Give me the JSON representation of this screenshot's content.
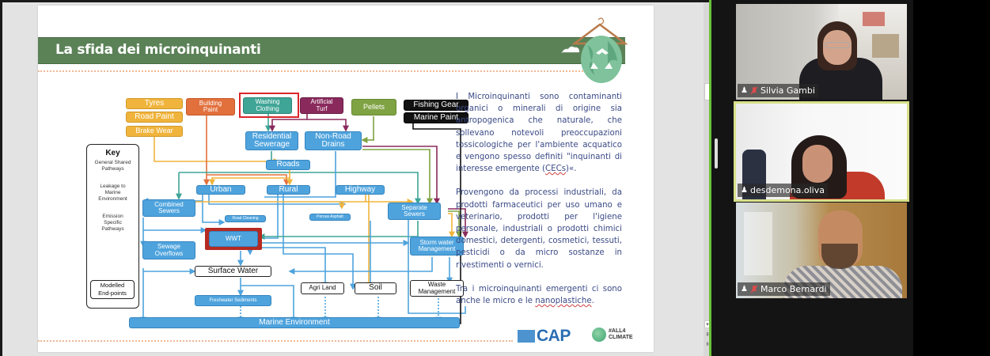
{
  "slide": {
    "title": "La sfida dei microinquinanti",
    "paragraphs": {
      "p1_pre": "I Microinquinanti sono contaminanti organici o minerali di origine sia antropogenica che naturale, che sollevano notevoli preoccupazioni tossicologiche per l'ambiente acquatico e vengono spesso definiti \"inquinanti di interesse emergente (",
      "p1_spell": "CECs",
      "p1_post": ")«.",
      "p2": "Provengono da processi industriali, da prodotti farmaceutici per uso umano e veterinario, prodotti per l'igiene personale, industriali o prodotti chimici domestici, detergenti, cosmetici, tessuti, pesticidi o da micro sostanze in rivestimenti o vernici.",
      "p3_pre": "Tra i microinquinanti emergenti ci sono anche le micro e le ",
      "p3_spell": "nanoplastiche",
      "p3_post": "."
    },
    "logos": {
      "cap": "CAP",
      "all4_line1": "#ALL4",
      "all4_line2": "CLIMATE"
    }
  },
  "diagram": {
    "sources": {
      "tyres": "Tyres",
      "road_paint": "Road Paint",
      "brake_wear": "Brake Wear",
      "building_paint_1": "Building",
      "building_paint_2": "Paint",
      "washing_clothing_1": "Washing",
      "washing_clothing_2": "Clothing",
      "artificial_turf_1": "Artificial",
      "artificial_turf_2": "Turf",
      "pellets": "Pellets",
      "fishing_gear": "Fishing Gear",
      "marine_paint": "Marine Paint"
    },
    "nodes": {
      "residential_1": "Residential",
      "residential_2": "Sewerage",
      "nonroad_1": "Non-Road",
      "nonroad_2": "Drains",
      "roads": "Roads",
      "urban": "Urban",
      "rural": "Rural",
      "highway": "Highway",
      "combined_1": "Combined",
      "combined_2": "Sewers",
      "separate_1": "Separate",
      "separate_2": "Sewers",
      "road_cleaning": "Road Cleaning",
      "porous_asphalt": "Porous Asphalt",
      "wwt": "WWT",
      "sewage_1": "Sewage",
      "sewage_2": "Overflows",
      "storm_1": "Storm water",
      "storm_2": "Management",
      "surface_water": "Surface Water",
      "agri_land": "Agri Land",
      "soil": "Soil",
      "waste_1": "Waste",
      "waste_2": "Management",
      "freshwater": "Freshwater Sediments",
      "marine": "Marine Environment"
    },
    "key": {
      "title": "Key",
      "general_1": "General Shared",
      "general_2": "Pathways",
      "leakage_1": "Leakage to",
      "leakage_2": "Marine",
      "leakage_3": "Environment",
      "emission_1": "Emission",
      "emission_2": "Specific",
      "emission_3": "Pathways",
      "modelled_1": "Modelled",
      "modelled_2": "End-points"
    },
    "colors": {
      "blue": "#4ea3dd",
      "tyres": "#f0b43c",
      "building": "#e2703c",
      "washing": "#3fa596",
      "turf": "#8a2a5c",
      "pellets": "#7fa243",
      "black": "#111111",
      "highlight": "#d9272a"
    }
  },
  "participants": [
    {
      "name": "Silvia Gambi",
      "muted": true
    },
    {
      "name": "desdemona.oliva",
      "muted": false,
      "active_speaker": true
    },
    {
      "name": "Marco Bernardi",
      "muted": true
    }
  ]
}
